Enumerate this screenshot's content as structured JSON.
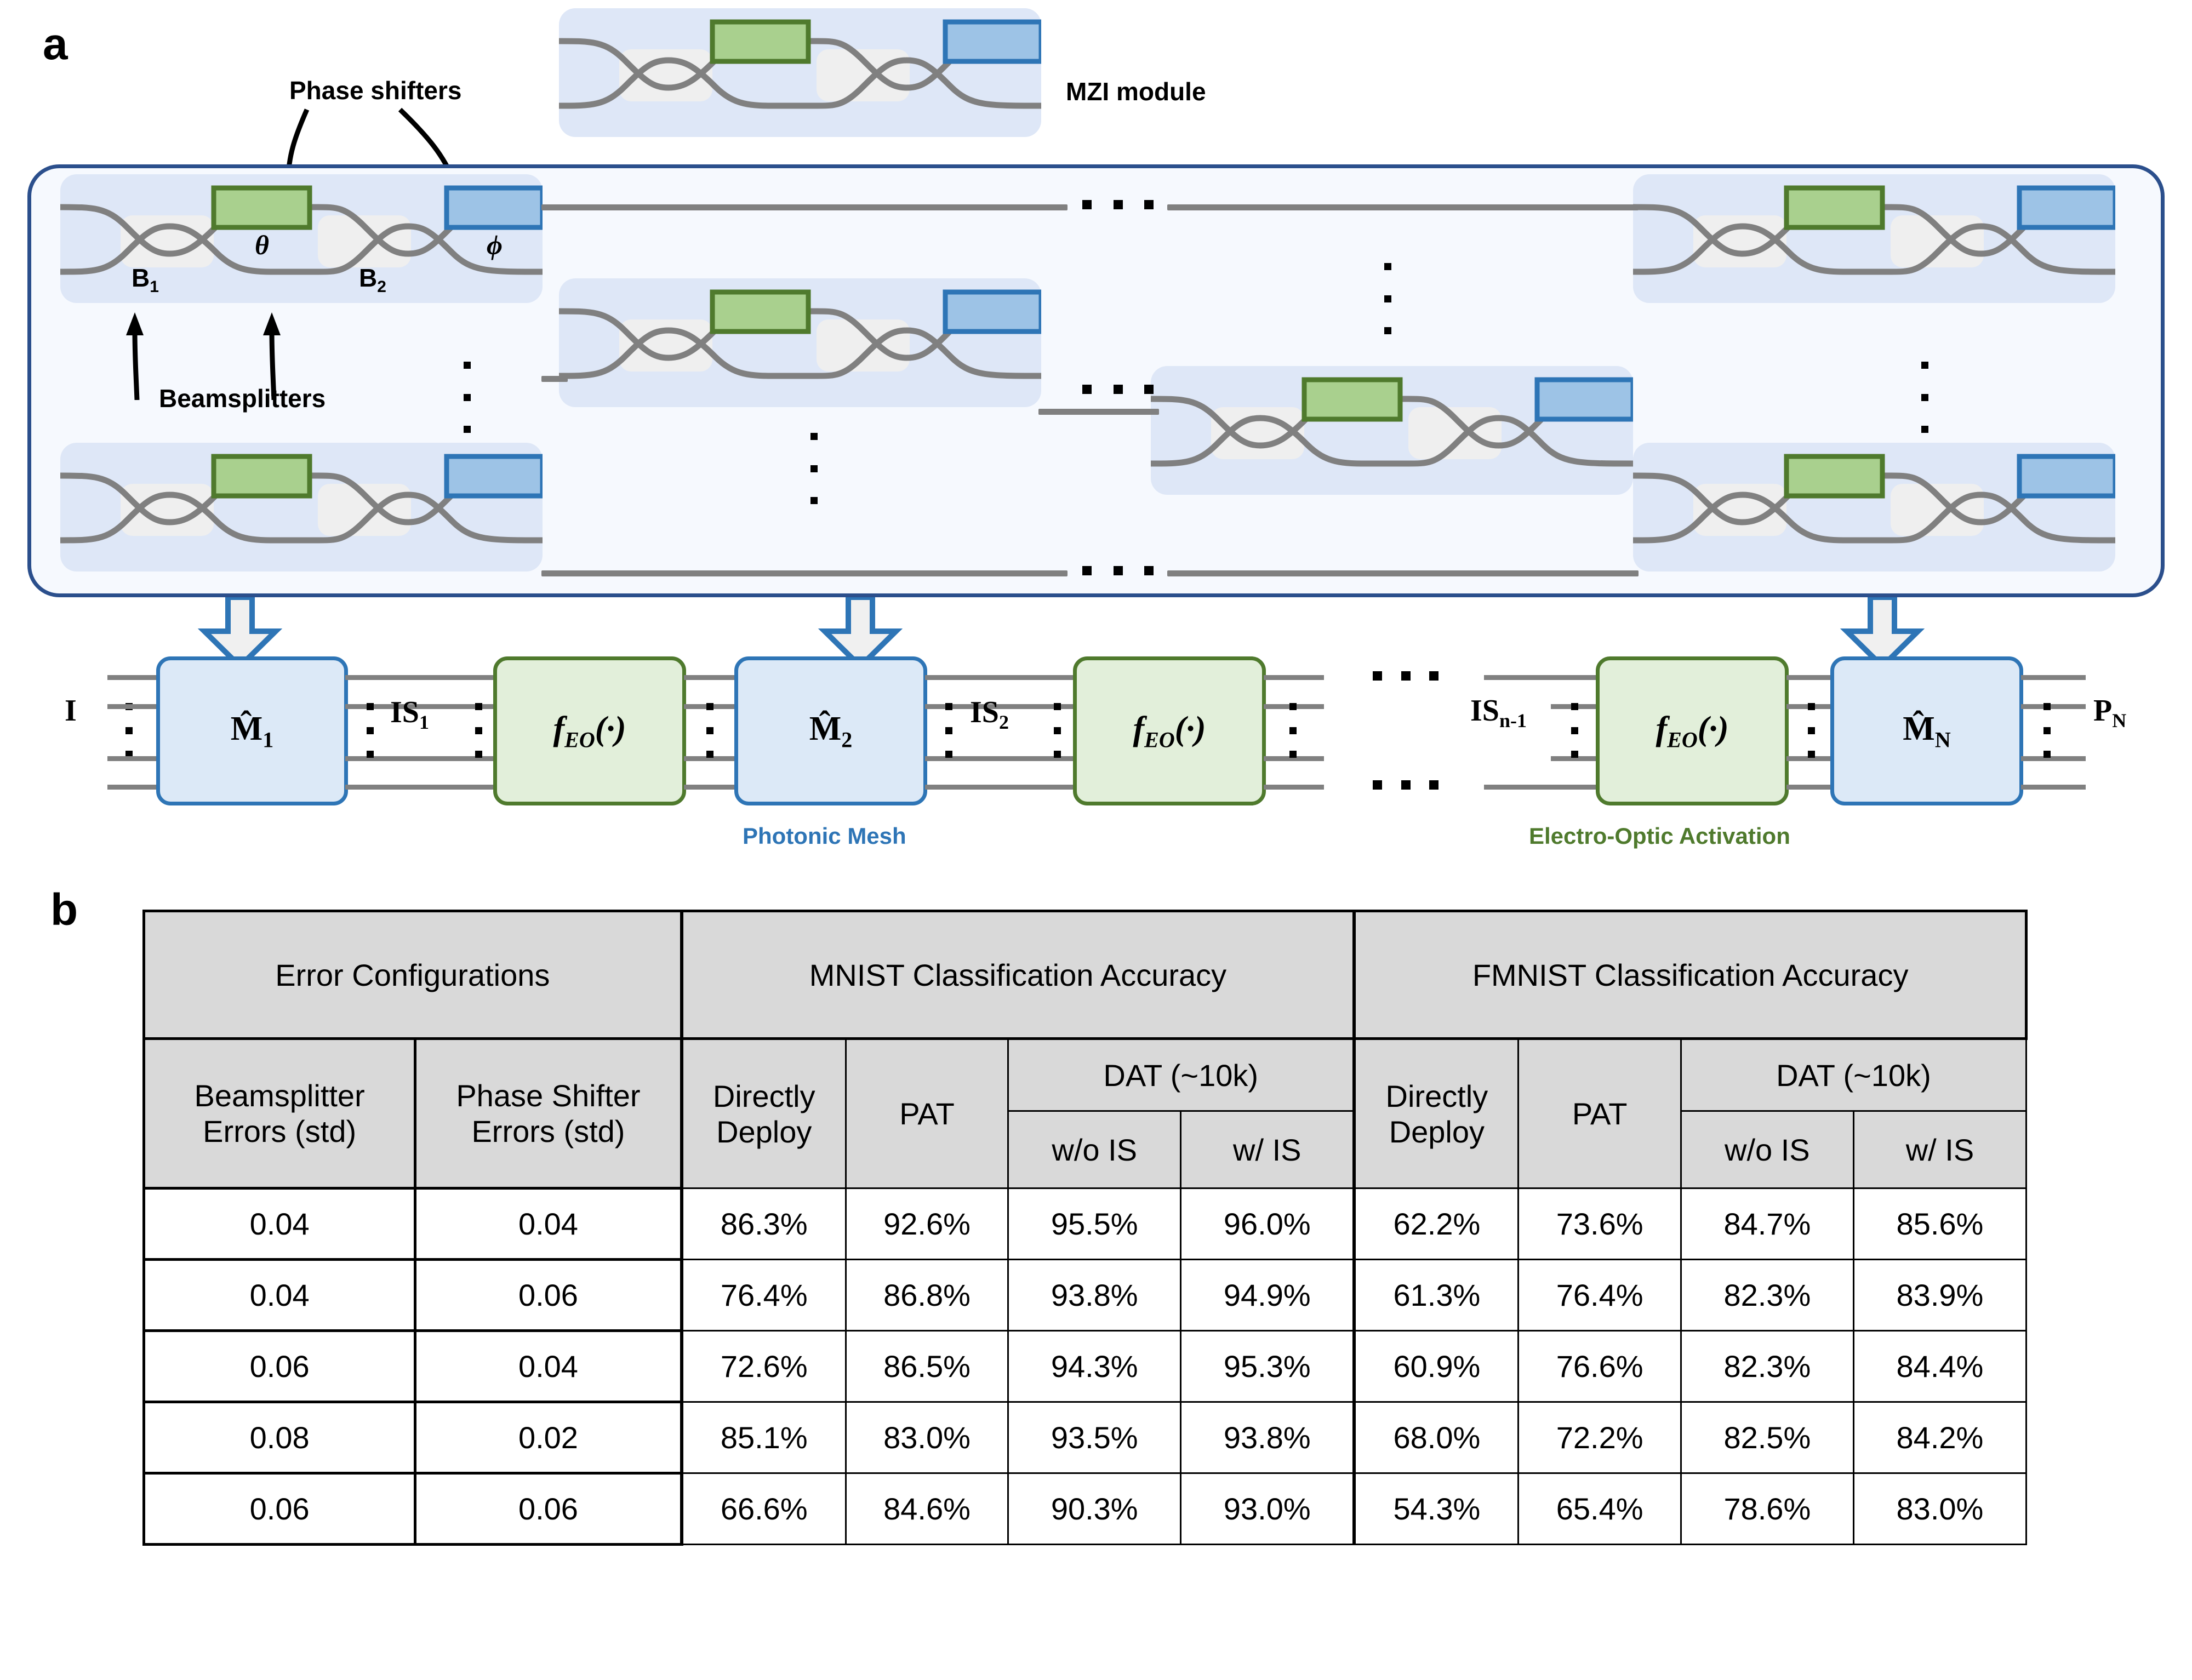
{
  "panels": {
    "a_label": "a",
    "b_label": "b"
  },
  "panel_a": {
    "annotations": {
      "phase_shifters": "Phase shifters",
      "beamsplitters": "Beamsplitters",
      "mzi_module": "MZI module",
      "theta": "θ",
      "phi": "ϕ",
      "b1": "B",
      "b1_sub": "1",
      "b2": "B",
      "b2_sub": "2"
    },
    "pipeline": {
      "input_label": "I",
      "output_label": "P",
      "output_sub": "N",
      "blocks": [
        {
          "name": "matrix-1",
          "text": "M̂",
          "sub": "1",
          "type": "blue"
        },
        {
          "name": "activation-1",
          "text": "f",
          "sub": "EO",
          "suffix": "(·)",
          "type": "green"
        },
        {
          "name": "matrix-2",
          "text": "M̂",
          "sub": "2",
          "type": "blue"
        },
        {
          "name": "activation-2",
          "text": "f",
          "sub": "EO",
          "suffix": "(·)",
          "type": "green"
        },
        {
          "name": "activation-n",
          "text": "f",
          "sub": "EO",
          "suffix": "(·)",
          "type": "green"
        },
        {
          "name": "matrix-N",
          "text": "M̂",
          "sub": "N",
          "type": "blue"
        }
      ],
      "is_labels": [
        {
          "text": "IS",
          "sub": "1"
        },
        {
          "text": "IS",
          "sub": "2"
        },
        {
          "text": "IS",
          "sub": "n-1"
        }
      ],
      "photonic_mesh_caption": "Photonic Mesh",
      "electro_optic_caption": "Electro-Optic Activation"
    },
    "colors": {
      "mesh_border": "#2B4F8C",
      "mesh_fill": "#F6F9FE",
      "mzi_card": "#DEE7F7",
      "phase_shifter_theta_fill": "#A9D08E",
      "phase_shifter_theta_border": "#4F7A2D",
      "phase_shifter_phi_fill": "#9DC3E6",
      "phase_shifter_phi_border": "#2E75B6",
      "waveguide": "#808080",
      "photonic_mesh_text": "#2E75B6",
      "electro_optic_text": "#4F7A2D"
    }
  },
  "table": {
    "group_headers": [
      "Error Configurations",
      "MNIST Classification Accuracy",
      "FMNIST Classification Accuracy"
    ],
    "sub_headers": {
      "beamsplitter": "Beamsplitter\nErrors (std)",
      "beamsplitter_l1": "Beamsplitter",
      "beamsplitter_l2": "Errors (std)",
      "phase_shifter_l1": "Phase Shifter",
      "phase_shifter_l2": "Errors (std)",
      "directly_l1": "Directly",
      "directly_l2": "Deploy",
      "pat": "PAT",
      "dat": "DAT (~10k)",
      "wo_is": "w/o IS",
      "w_is": "w/ IS"
    },
    "rows": [
      {
        "bs": "0.04",
        "ps": "0.04",
        "mnist": [
          "86.3%",
          "92.6%",
          "95.5%",
          "96.0%"
        ],
        "fmnist": [
          "62.2%",
          "73.6%",
          "84.7%",
          "85.6%"
        ]
      },
      {
        "bs": "0.04",
        "ps": "0.06",
        "mnist": [
          "76.4%",
          "86.8%",
          "93.8%",
          "94.9%"
        ],
        "fmnist": [
          "61.3%",
          "76.4%",
          "82.3%",
          "83.9%"
        ]
      },
      {
        "bs": "0.06",
        "ps": "0.04",
        "mnist": [
          "72.6%",
          "86.5%",
          "94.3%",
          "95.3%"
        ],
        "fmnist": [
          "60.9%",
          "76.6%",
          "82.3%",
          "84.4%"
        ]
      },
      {
        "bs": "0.08",
        "ps": "0.02",
        "mnist": [
          "85.1%",
          "83.0%",
          "93.5%",
          "93.8%"
        ],
        "fmnist": [
          "68.0%",
          "72.2%",
          "82.5%",
          "84.2%"
        ]
      },
      {
        "bs": "0.06",
        "ps": "0.06",
        "mnist": [
          "66.6%",
          "84.6%",
          "90.3%",
          "93.0%"
        ],
        "fmnist": [
          "54.3%",
          "65.4%",
          "78.6%",
          "83.0%"
        ]
      }
    ]
  }
}
